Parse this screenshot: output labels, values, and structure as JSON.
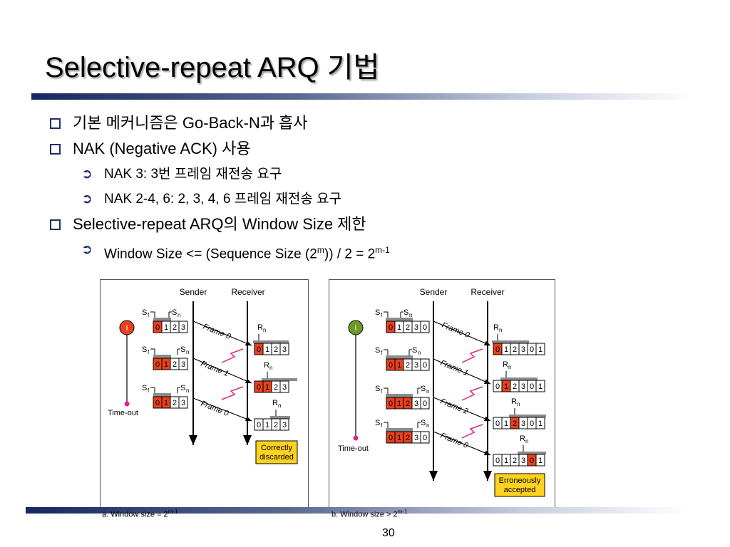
{
  "title": "Selective-repeat ARQ 기법",
  "bullets": [
    {
      "level": 1,
      "text": "기본 메커니즘은 Go-Back-N과 흡사"
    },
    {
      "level": 1,
      "text": "NAK (Negative ACK) 사용"
    },
    {
      "level": 2,
      "text": "NAK 3: 3번 프레임 재전송 요구"
    },
    {
      "level": 2,
      "text": "NAK 2-4, 6: 2, 3, 4, 6 프레임 재전송 요구"
    },
    {
      "level": 1,
      "text": "Selective-repeat ARQ의 Window Size 제한"
    }
  ],
  "formula": {
    "prefix": "Window Size <= (Sequence Size (2",
    "sup1": "m",
    "mid": ")) / 2 = 2",
    "sup2": "m-1"
  },
  "diagram_a": {
    "sender": "Sender",
    "receiver": "Receiver",
    "sf": "S",
    "sf_sub": "f",
    "sn": "S",
    "sn_sub": "n",
    "rn": "R",
    "rn_sub": "n",
    "sender_seq": [
      "0",
      "1",
      "2",
      "3"
    ],
    "receiver_seq": [
      "0",
      "1",
      "2",
      "3"
    ],
    "frames": [
      "Frame 0",
      "Frame 1",
      "Frame 0"
    ],
    "timer_label": "I",
    "timeout": "Time-out",
    "result": [
      "Correctly",
      "discarded"
    ],
    "caption_main": "a. Window size = 2",
    "caption_sup": "m-1"
  },
  "diagram_b": {
    "sender": "Sender",
    "receiver": "Receiver",
    "sf": "S",
    "sf_sub": "f",
    "sn": "S",
    "sn_sub": "n",
    "rn": "R",
    "rn_sub": "n",
    "sender_seq": [
      "0",
      "1",
      "2",
      "3",
      "0"
    ],
    "receiver_seq": [
      "0",
      "1",
      "2",
      "3",
      "0",
      "1"
    ],
    "frames": [
      "Frame 0",
      "Frame 1",
      "Frame 2",
      "Frame 0"
    ],
    "timer_label": "I",
    "timeout": "Time-out",
    "result": [
      "Erroneously",
      "accepted"
    ],
    "caption_main": "b. Window size > 2",
    "caption_sup": "m-1"
  },
  "page_number": "30",
  "colors": {
    "highlight": "#e8401c",
    "note": "#ffd21f",
    "timer_a": "#e8401c",
    "timer_b": "#6a9a2a",
    "lost": "#e0208a",
    "window": "#8c8c8c",
    "rule_dark": "#17275f"
  }
}
